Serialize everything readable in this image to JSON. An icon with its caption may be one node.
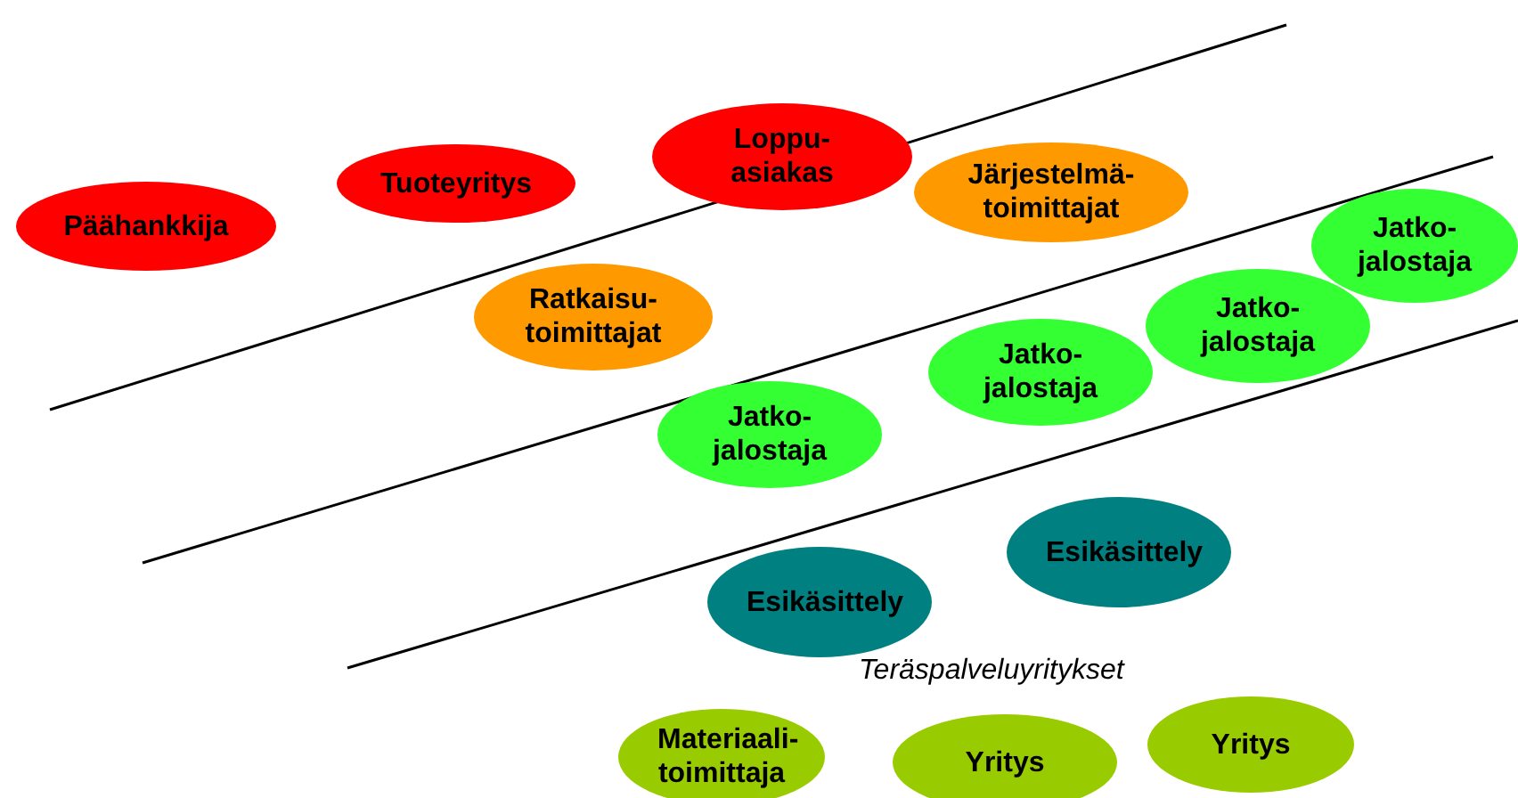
{
  "diagram": {
    "nodes": [
      {
        "text": [
          "Päähankkija"
        ]
      },
      {
        "text": [
          "Tuoteyritys"
        ]
      },
      {
        "text": [
          "Loppu- asiakas"
        ]
      },
      {
        "text": [
          "Järjestelmä- toimittajat"
        ]
      },
      {
        "text": [
          "Ratkaisu- toimittajat"
        ]
      },
      {
        "text": [
          "Jatko- jalostaja"
        ]
      },
      {
        "text": [
          "Jatko- jalostaja"
        ]
      },
      {
        "text": [
          "Jatko- jalostaja"
        ]
      },
      {
        "text": [
          "Jatko- jalostaja"
        ]
      },
      {
        "text": [
          "Esikäsittely"
        ]
      },
      {
        "text": [
          "Esikäsittely"
        ]
      },
      {
        "text": [
          "Materiaali- toimittaja"
        ]
      },
      {
        "text": [
          "Yritys"
        ]
      },
      {
        "text": [
          "Yritys"
        ]
      }
    ],
    "edges": [],
    "labels": [
      "Teräspalveluyritykset"
    ]
  }
}
